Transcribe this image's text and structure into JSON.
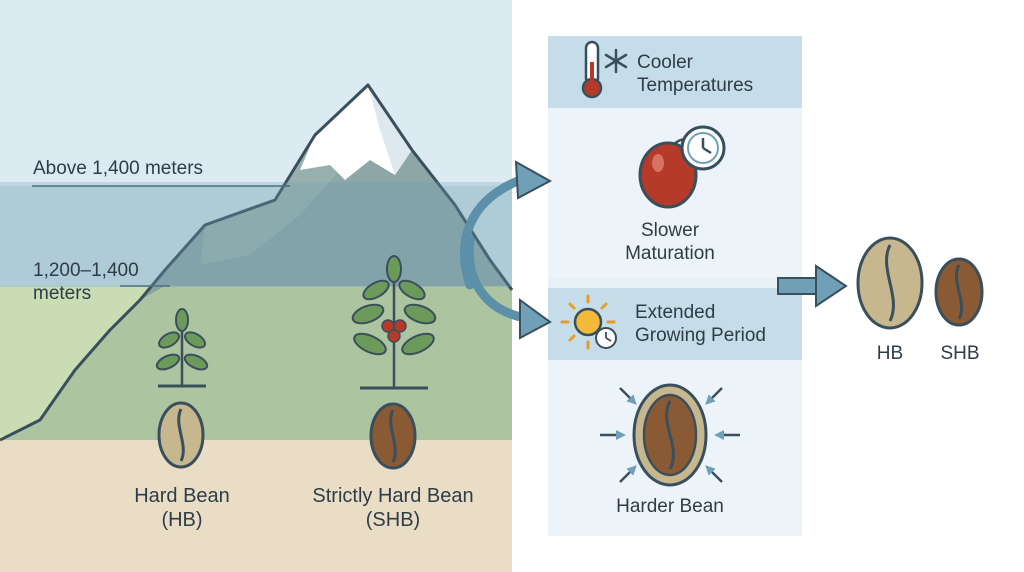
{
  "labels": {
    "above_1400": "Above 1,400 meters",
    "range_1200_line1": "1,200–1,400",
    "range_1200_line2": "meters",
    "hard_bean_line1": "Hard Bean",
    "hard_bean_line2": "(HB)",
    "shb_line1": "Strictly Hard Bean",
    "shb_line2": "(SHB)",
    "cooler_line1": "Cooler",
    "cooler_line2": "Temperatures",
    "slower_line1": "Slower",
    "slower_line2": "Maturation",
    "extended_line1": "Extended",
    "extended_line2": "Growing Period",
    "harder_bean": "Harder Bean",
    "hb_short": "HB",
    "shb_short": "SHB"
  },
  "icons": [
    "thermometer-icon",
    "snowflake-icon",
    "cherry-icon",
    "clock-icon",
    "sun-icon",
    "coffee-plant-icon",
    "coffee-bean-icon",
    "arrow-icon"
  ],
  "colors": {
    "sky": "#dcebf2",
    "snow_band": "#8fb6c4",
    "band_1200": "#c9dcb4",
    "ground": "#e9ddc6",
    "mountain": "#7f9a99",
    "panel": "#e6f0f6",
    "panel_header": "#c5dde8",
    "arrow": "#6fa0b8",
    "light_bean": "#c6b78e",
    "dark_bean": "#8a5a34",
    "cherry": "#b53a2a"
  }
}
